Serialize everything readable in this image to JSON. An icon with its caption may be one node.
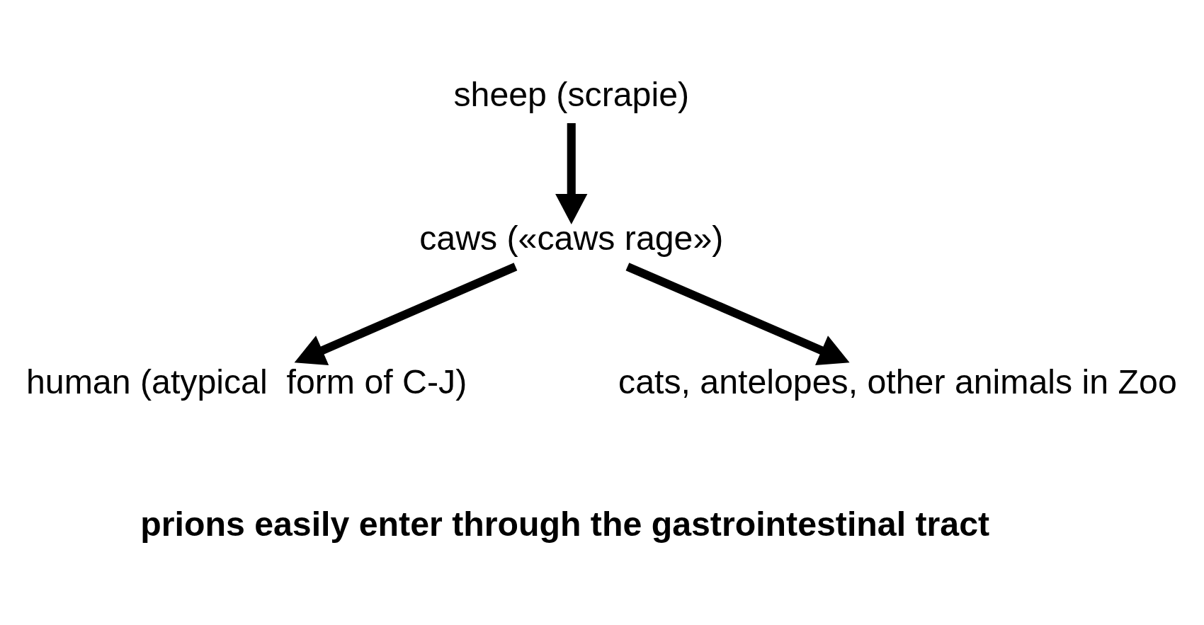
{
  "diagram": {
    "nodes": [
      {
        "text": [
          "sheep (scrapie)"
        ]
      },
      {
        "text": [
          "caws («caws rage»)"
        ]
      },
      {
        "text": [
          "human (atypical  form of C-J)"
        ]
      },
      {
        "text": [
          "cats, antelopes, other animals in Zoo"
        ]
      }
    ],
    "edges": [
      {
        "from": 0,
        "to": 1,
        "arrow": "to"
      },
      {
        "from": 1,
        "to": 2,
        "arrow": "to"
      },
      {
        "from": 1,
        "to": 3,
        "arrow": "to"
      }
    ],
    "labels": [
      "prions easily enter through the gastrointestinal tract"
    ]
  }
}
